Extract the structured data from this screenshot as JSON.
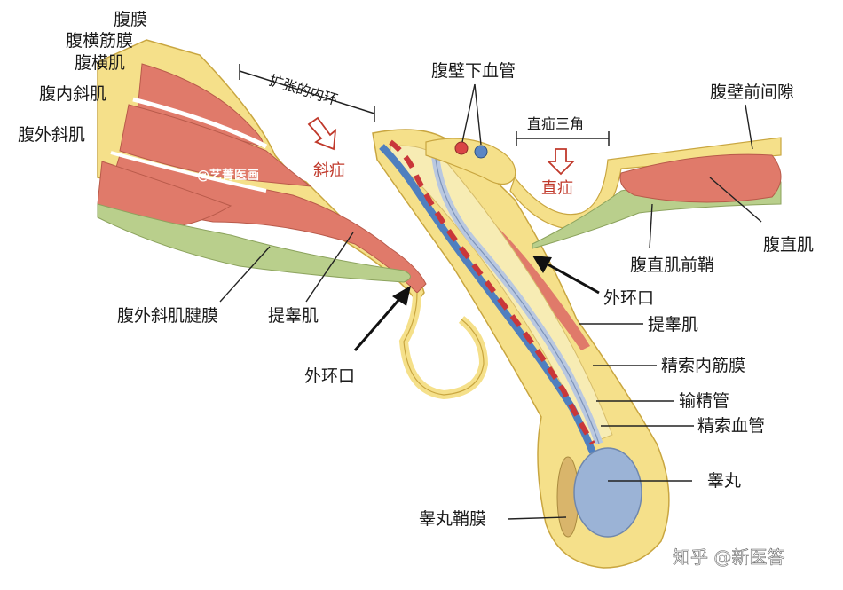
{
  "labels": {
    "fumo": "腹膜",
    "fuhengjinmo": "腹横筋膜",
    "fuhengji": "腹横肌",
    "funeixieji": "腹内斜肌",
    "fuwaixieji": "腹外斜肌",
    "kuozhangdeneihuan": "扩张的内环",
    "xieshan": "斜疝",
    "fubixiaxueguan": "腹壁下血管",
    "zhishansanjiao": "直疝三角",
    "zhishan": "直疝",
    "fubiqianjianxi": "腹壁前间隙",
    "fuzhiji": "腹直肌",
    "fuzhijiqianqiao": "腹直肌前鞘",
    "waihuankou_right": "外环口",
    "tigaoji_right": "提睾肌",
    "jingsuoneijinmo": "精索内筋膜",
    "shujingguan": "输精管",
    "jingsuoxueguan": "精索血管",
    "gaowan": "睾丸",
    "gaowanqiaomo": "睾丸鞘膜",
    "waihuankou_left": "外环口",
    "tigaoji_left": "提睾肌",
    "fuwaixiejijianmo": "腹外斜肌腱膜"
  },
  "watermark": "@艺菁医画",
  "logo_text": "知乎 @新医答",
  "colors": {
    "fat_yellow": "#f5e08a",
    "fat_outline": "#c9a640",
    "muscle": "#e07a6a",
    "fascia_green": "#b9cf8c",
    "vein_blue": "#4f7fbf",
    "artery_red": "#c9373a",
    "testis": "#9bb3d6",
    "tunica": "#d9b56b",
    "arrow_red": "#c0392b"
  }
}
